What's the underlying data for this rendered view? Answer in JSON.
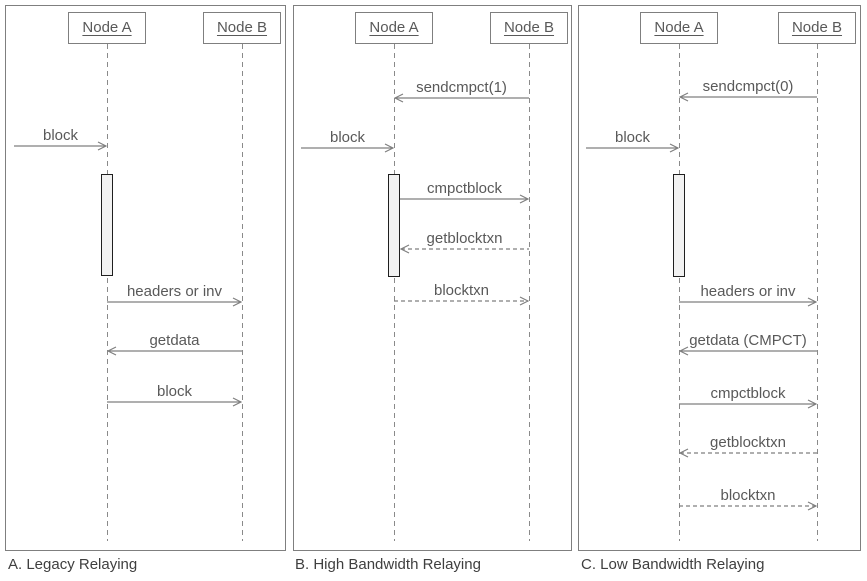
{
  "diagram_type": "sequence-diagram",
  "colors": {
    "line": "#7f7f7f",
    "text": "#595959",
    "caption_text": "#3f3f3f",
    "activation_fill": "#f2f2f2",
    "activation_border": "#1f1f1f",
    "background": "#ffffff"
  },
  "panels": [
    {
      "caption": "A. Legacy Relaying",
      "actors": {
        "a": "Node A",
        "b": "Node B"
      },
      "messages": [
        {
          "label": "block",
          "from": "external",
          "to": "Node A",
          "line": "solid"
        },
        {
          "label": "headers or inv",
          "from": "Node A",
          "to": "Node B",
          "line": "solid"
        },
        {
          "label": "getdata",
          "from": "Node B",
          "to": "Node A",
          "line": "solid"
        },
        {
          "label": "block",
          "from": "Node A",
          "to": "Node B",
          "line": "solid"
        }
      ]
    },
    {
      "caption": "B. High Bandwidth Relaying",
      "actors": {
        "a": "Node A",
        "b": "Node B"
      },
      "messages": [
        {
          "label": "sendcmpct(1)",
          "from": "Node B",
          "to": "Node A",
          "line": "solid"
        },
        {
          "label": "block",
          "from": "external",
          "to": "Node A",
          "line": "solid"
        },
        {
          "label": "cmpctblock",
          "from": "Node A",
          "to": "Node B",
          "line": "solid"
        },
        {
          "label": "getblocktxn",
          "from": "Node B",
          "to": "Node A",
          "line": "dashed"
        },
        {
          "label": "blocktxn",
          "from": "Node A",
          "to": "Node B",
          "line": "dashed"
        }
      ]
    },
    {
      "caption": "C. Low Bandwidth Relaying",
      "actors": {
        "a": "Node A",
        "b": "Node B"
      },
      "messages": [
        {
          "label": "sendcmpct(0)",
          "from": "Node B",
          "to": "Node A",
          "line": "solid"
        },
        {
          "label": "block",
          "from": "external",
          "to": "Node A",
          "line": "solid"
        },
        {
          "label": "headers or inv",
          "from": "Node A",
          "to": "Node B",
          "line": "solid"
        },
        {
          "label": "getdata (CMPCT)",
          "from": "Node B",
          "to": "Node A",
          "line": "solid"
        },
        {
          "label": "cmpctblock",
          "from": "Node A",
          "to": "Node B",
          "line": "solid"
        },
        {
          "label": "getblocktxn",
          "from": "Node B",
          "to": "Node A",
          "line": "dashed"
        },
        {
          "label": "blocktxn",
          "from": "Node A",
          "to": "Node B",
          "line": "dashed"
        }
      ]
    }
  ]
}
